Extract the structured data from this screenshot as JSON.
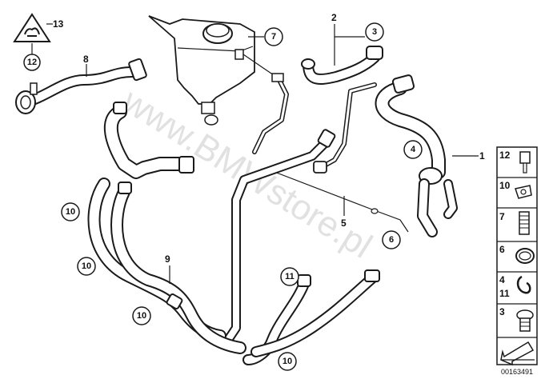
{
  "watermark": "www.BMWstore.pl",
  "diagram_code": "00163491",
  "callouts_plain": {
    "p1": "1",
    "p2": "2",
    "p5": "5",
    "p8": "8",
    "p9": "9",
    "p13": "13"
  },
  "callouts_circled": {
    "c12": "12",
    "c7": "7",
    "c3": "3",
    "c4": "4",
    "c6": "6",
    "c10a": "10",
    "c10b": "10",
    "c10c": "10",
    "c10d": "10",
    "c11": "11"
  },
  "parts_panel": {
    "items": [
      {
        "label": "12",
        "icon": "clip-icon"
      },
      {
        "label": "10",
        "icon": "hose-clip-icon"
      },
      {
        "label": "7",
        "icon": "bleed-screw-icon"
      },
      {
        "label": "6",
        "icon": "hose-clamp-icon"
      },
      {
        "label": "4",
        "label2": "11",
        "icon": "spring-clip-icon"
      },
      {
        "label": "3",
        "icon": "plug-screw-icon"
      }
    ]
  }
}
